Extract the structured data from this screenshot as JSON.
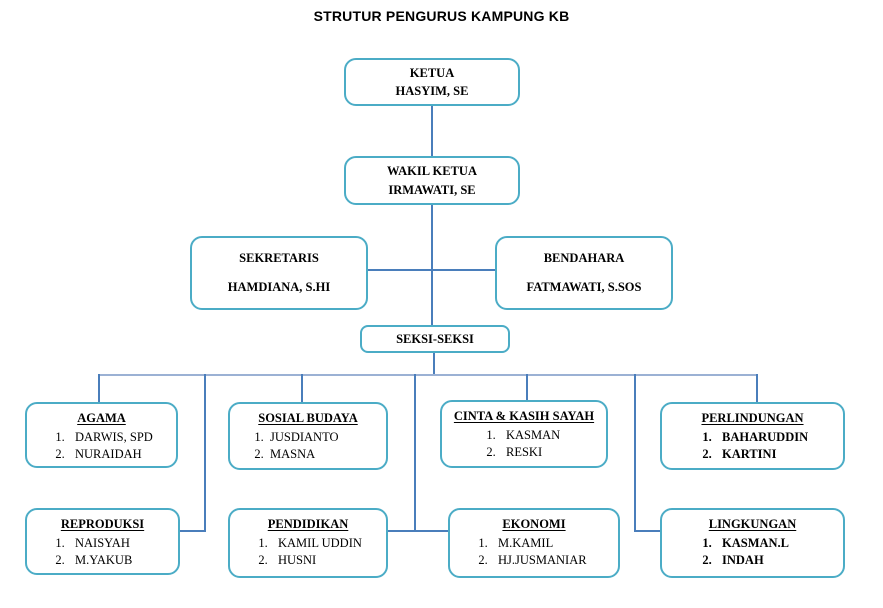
{
  "title": "STRUTUR PENGURUS KAMPUNG KB",
  "colors": {
    "box_border": "#4BACC6",
    "connector": "#4A7EBB",
    "connector_bus": "#9BB1D4",
    "text": "#000000"
  },
  "top_boxes": [
    {
      "id": "ketua",
      "lines": [
        "KETUA",
        "HASYIM, SE"
      ]
    },
    {
      "id": "wakil-ketua",
      "lines": [
        "WAKIL KETUA",
        "IRMAWATI, SE"
      ]
    },
    {
      "id": "sekretaris",
      "lines": [
        "SEKRETARIS",
        "HAMDIANA, S.HI"
      ]
    },
    {
      "id": "bendahara",
      "lines": [
        "BENDAHARA",
        "FATMAWATI, S.SOS"
      ]
    },
    {
      "id": "seksi-seksi",
      "lines": [
        "SEKSI-SEKSI"
      ]
    }
  ],
  "sections": [
    {
      "id": "agama",
      "title": "AGAMA",
      "members": [
        {
          "num": "1.",
          "name": "DARWIS, SPD"
        },
        {
          "num": "2.",
          "name": "NURAIDAH"
        }
      ]
    },
    {
      "id": "sosial-budaya",
      "title": "SOSIAL BUDAYA",
      "members": [
        {
          "num": "1.",
          "name": "JUSDIANTO"
        },
        {
          "num": "2.",
          "name": "MASNA"
        }
      ]
    },
    {
      "id": "cinta-kasih",
      "title": "CINTA & KASIH SAYAH",
      "members": [
        {
          "num": "1.",
          "name": "KASMAN"
        },
        {
          "num": "2.",
          "name": "RESKI"
        }
      ]
    },
    {
      "id": "perlindungan",
      "title": "PERLINDUNGAN",
      "members": [
        {
          "num": "1.",
          "name": "BAHARUDDIN"
        },
        {
          "num": "2.",
          "name": "KARTINI"
        }
      ]
    },
    {
      "id": "reproduksi",
      "title": "REPRODUKSI",
      "members": [
        {
          "num": "1.",
          "name": "NAISYAH"
        },
        {
          "num": "2.",
          "name": "M.YAKUB"
        }
      ]
    },
    {
      "id": "pendidikan",
      "title": "PENDIDIKAN",
      "members": [
        {
          "num": "1.",
          "name": "KAMIL UDDIN"
        },
        {
          "num": "2.",
          "name": "HUSNI"
        }
      ]
    },
    {
      "id": "ekonomi",
      "title": "EKONOMI",
      "members": [
        {
          "num": "1.",
          "name": "M.KAMIL"
        },
        {
          "num": "2.",
          "name": "HJ.JUSMANIAR"
        }
      ]
    },
    {
      "id": "lingkungan",
      "title": "LINGKUNGAN",
      "members": [
        {
          "num": "1.",
          "name": "KASMAN.L"
        },
        {
          "num": "2.",
          "name": "INDAH"
        }
      ]
    }
  ]
}
